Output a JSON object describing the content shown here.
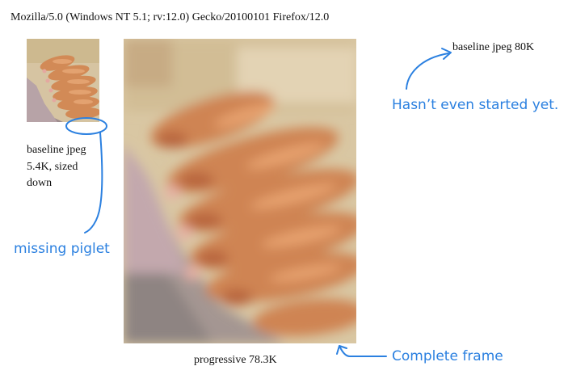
{
  "user_agent": "Mozilla/5.0 (Windows NT 5.1; rv:12.0) Gecko/20100101 Firefox/12.0",
  "images": {
    "thumbnail": {
      "caption_line1": "baseline jpeg",
      "caption_line2": "5.4K, sized",
      "caption_line3": "down"
    },
    "progressive": {
      "caption": "progressive 78.3K"
    },
    "baseline_large": {
      "caption": "baseline jpeg 80K"
    }
  },
  "annotations": {
    "missing_piglet": "missing piglet",
    "not_started": "Hasn’t even started yet.",
    "complete_frame": "Complete frame"
  },
  "colors": {
    "annotation_blue": "#2b80e0",
    "hay": "#d7c39e",
    "piglet": "#d9915c",
    "sow_gray": "#9c8f8c"
  }
}
